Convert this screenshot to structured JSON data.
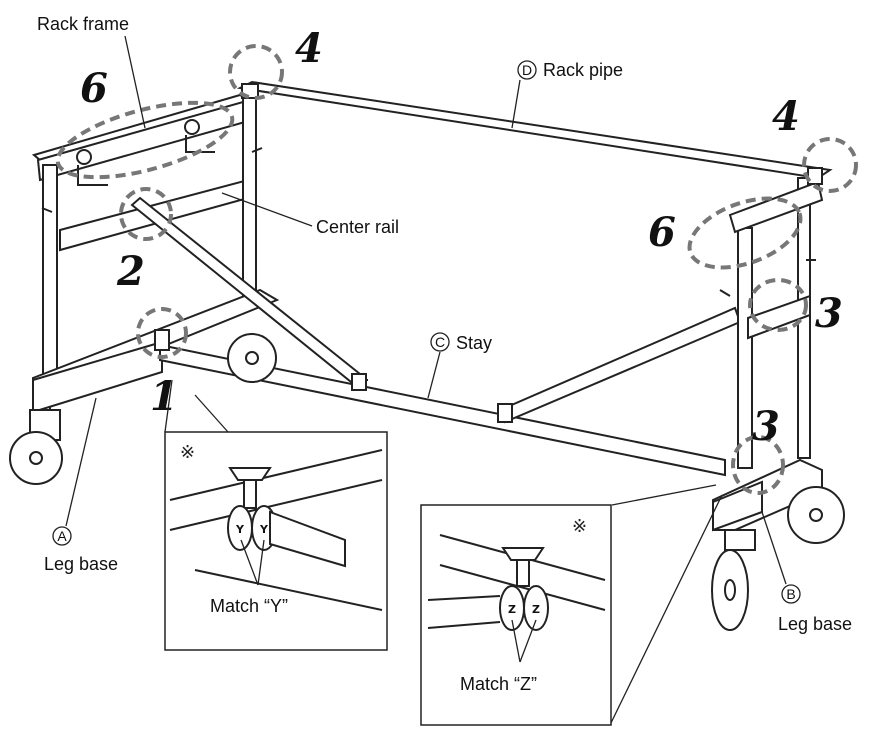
{
  "labels": {
    "rack_frame": "Rack frame",
    "rack_pipe": "Rack pipe",
    "center_rail": "Center rail",
    "stay": "Stay",
    "leg_base_a": "Leg base",
    "leg_base_b": "Leg base",
    "match_y": "Match “Y”",
    "match_z": "Match “Z”"
  },
  "markers": {
    "rack_pipe": "D",
    "stay": "C",
    "leg_base_a": "A",
    "leg_base_b": "B"
  },
  "steps": {
    "left_rack_frame": "6",
    "left_top_post": "4",
    "right_top_post": "4",
    "right_rack_frame": "6",
    "center_rail": "2",
    "stay_joint": "1",
    "right_upper_joint": "3",
    "right_lower_joint": "3"
  },
  "insets": {
    "y_reference_mark": "※",
    "z_reference_mark": "※",
    "y_letter": "Y",
    "z_letter": "Z"
  }
}
